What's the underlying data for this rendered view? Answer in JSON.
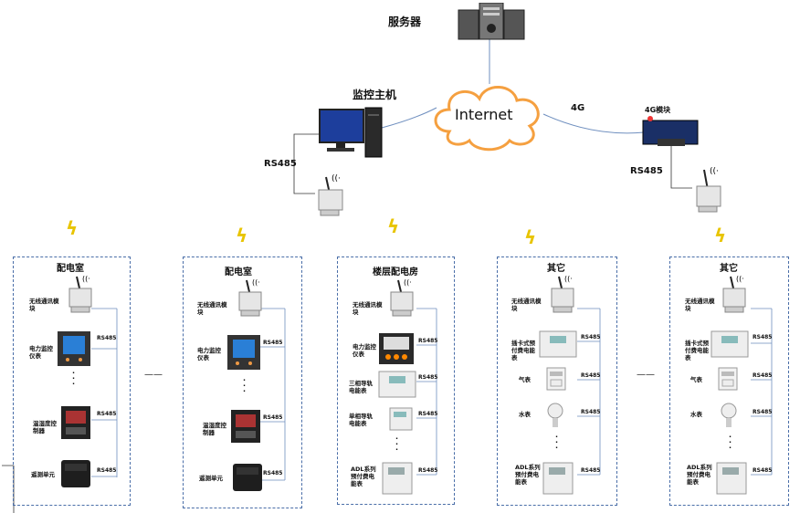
{
  "top": {
    "server": "服务器",
    "host": "监控主机",
    "internet": "Internet",
    "link_4g": "4G",
    "module_4g": "4G模块",
    "rs485_left": "RS485",
    "rs485_right": "RS485"
  },
  "rs485_tag": "RS485",
  "panels": [
    {
      "title": "配电室",
      "items": [
        "无线通讯模块",
        "电力监控仪表",
        "温湿度控制器",
        "遥测单元"
      ]
    },
    {
      "title": "配电室",
      "items": [
        "无线通讯模块",
        "电力监控仪表",
        "温湿度控制器",
        "遥测单元"
      ]
    },
    {
      "title": "楼层配电房",
      "items": [
        "无线通讯模块",
        "电力监控仪表",
        "三相导轨电能表",
        "单相导轨电能表",
        "ADL系列预付费电能表"
      ]
    },
    {
      "title": "其它",
      "items": [
        "无线通讯模块",
        "插卡式预付费电能表",
        "气表",
        "水表",
        "ADL系列预付费电能表"
      ]
    },
    {
      "title": "其它",
      "items": [
        "无线通讯模块",
        "插卡式预付费电能表",
        "气表",
        "水表",
        "ADL系列预付费电能表"
      ]
    }
  ],
  "separator": "——",
  "colors": {
    "panel_border": "#4a6ea8",
    "cloud": "#f5a040",
    "bolt": "#e8c400"
  }
}
